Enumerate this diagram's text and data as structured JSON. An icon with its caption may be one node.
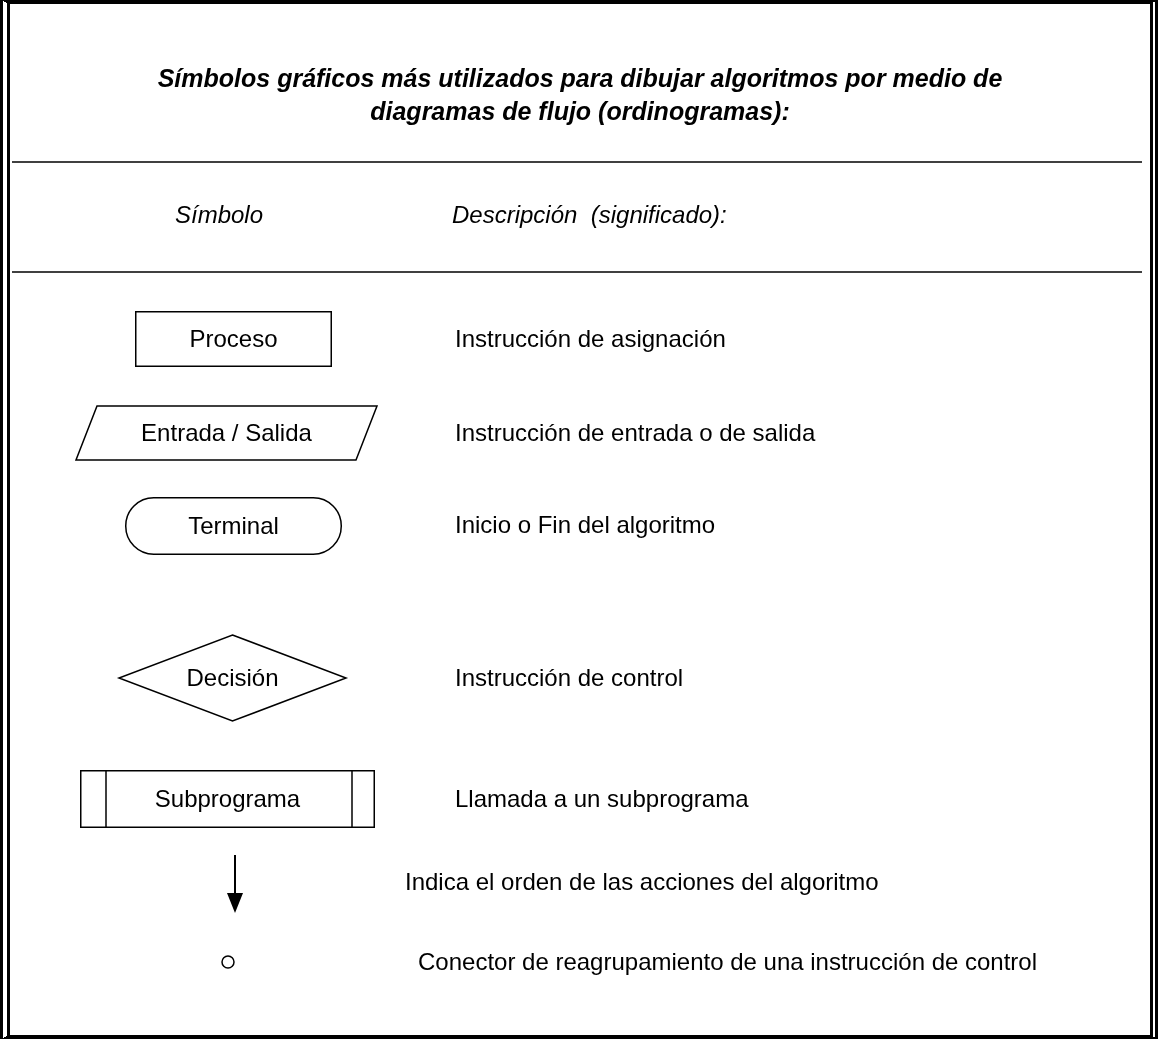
{
  "diagram": {
    "title": "Símbolos gráficos más utilizados para dibujar algoritmos por medio de diagramas de flujo (ordinogramas):",
    "nodes": [
      {
        "text": [
          "Proceso"
        ]
      },
      {
        "text": [
          "Entrada / Salida"
        ]
      },
      {
        "text": [
          "Terminal"
        ]
      },
      {
        "text": [
          "Decisión"
        ]
      },
      {
        "text": [
          "Subprograma"
        ]
      },
      {
        "text": [],
        "shape": "circle"
      }
    ],
    "edges": [],
    "labels": [
      "Símbolo",
      "Descripción  (significado):",
      "Instrucción de asignación",
      "Instrucción de entrada o de salida",
      "Inicio o Fin del algoritmo",
      "Instrucción de control",
      "Llamada a un subprograma",
      "Indica el orden de las acciones del algoritmo",
      "Conector de reagrupamiento de una instrucción de control"
    ]
  }
}
